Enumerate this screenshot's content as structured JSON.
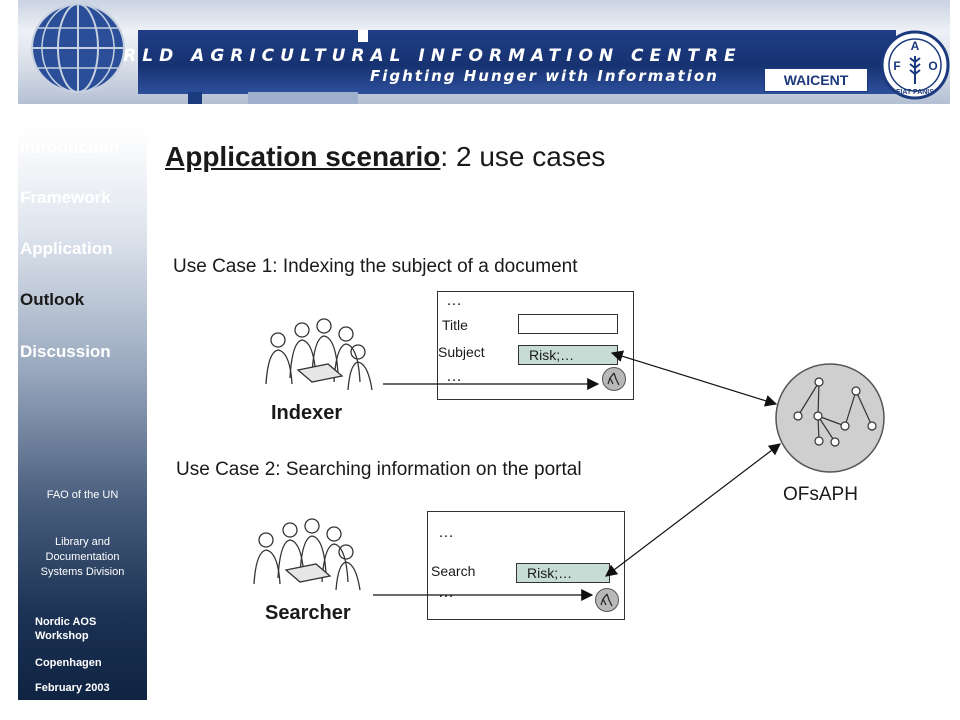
{
  "banner": {
    "title": "WORLD AGRICULTURAL INFORMATION CENTRE",
    "subtitle": "Fighting Hunger with Information",
    "waicent": "WAICENT",
    "fao_letters": [
      "F",
      "A",
      "O"
    ],
    "fao_motto": "FIAT PANIS"
  },
  "sidebar": {
    "nav": [
      {
        "label": "Introduction",
        "state": "faded"
      },
      {
        "label": "Framework",
        "state": "faded"
      },
      {
        "label": "Application",
        "state": "faded"
      },
      {
        "label": "Outlook",
        "state": "current"
      },
      {
        "label": "Discussion",
        "state": "faded"
      }
    ],
    "org": "FAO of the UN",
    "division": "Library and Documentation Systems Division",
    "event": "Nordic AOS Workshop",
    "city": "Copenhagen",
    "date": "February 2003"
  },
  "slide": {
    "title_underlined": "Application scenario",
    "title_rest": ": 2 use cases",
    "use_case_1": {
      "heading": "Use Case 1: Indexing the subject of a document",
      "actor": "Indexer",
      "ellipsis_top": "…",
      "title_label": "Title",
      "subject_label": "Subject",
      "subject_value": "Risk;…",
      "ellipsis_bottom": "…"
    },
    "use_case_2": {
      "heading": "Use Case 2: Searching information on the portal",
      "actor": "Searcher",
      "ellipsis_top": "…",
      "search_label": "Search",
      "search_value": "Risk;…",
      "ellipsis_bottom": "…"
    },
    "ontology_label": "OFsAPH"
  },
  "colors": {
    "banner_blue": "#1f3e86",
    "field_fill": "#c8dcd6",
    "sidebar_dark": "#0f2342"
  }
}
